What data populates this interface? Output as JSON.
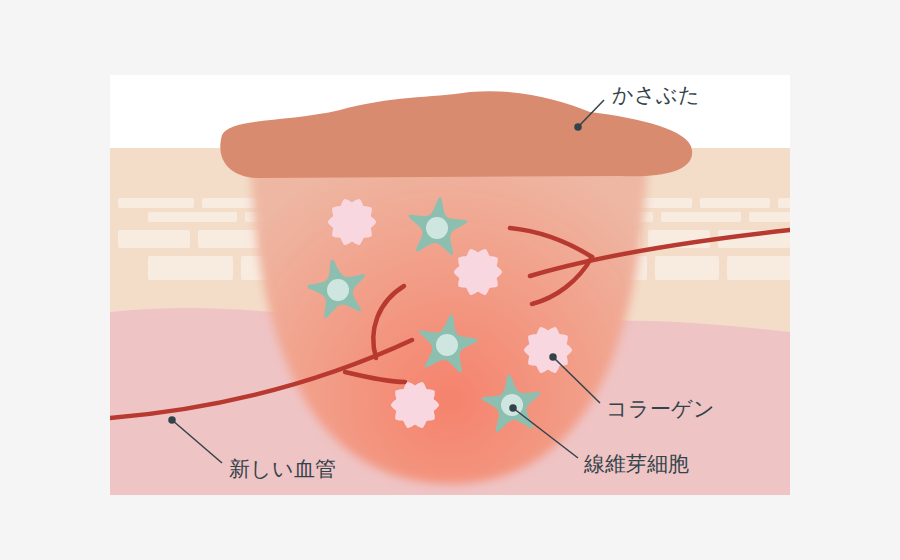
{
  "diagram": {
    "labels": [
      "かさぶた",
      "コラーゲン",
      "線維芽細胞",
      "新しい血管"
    ]
  }
}
